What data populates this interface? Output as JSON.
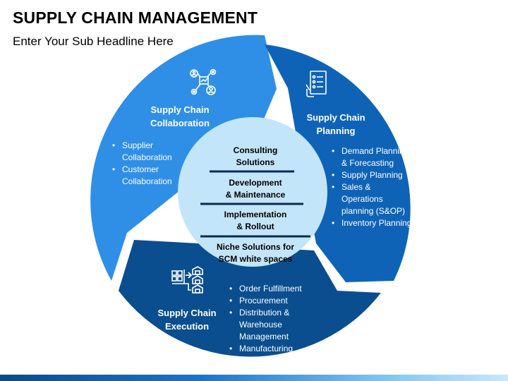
{
  "header": {
    "title": "SUPPLY CHAIN MANAGEMENT",
    "subtitle": "Enter Your Sub Headline Here"
  },
  "colors": {
    "collaboration": "#2f8fe6",
    "planning": "#0e63b7",
    "execution": "#0b4e8f",
    "center": "#c3e5fa",
    "divider": "#0b2a4e"
  },
  "segments": {
    "collaboration": {
      "title_line1": "Supply Chain",
      "title_line2": "Collaboration",
      "icon": "team-network-gears-icon",
      "bullets": [
        "Supplier Collaboration",
        "Customer Collaboration"
      ]
    },
    "planning": {
      "title_line1": "Supply Chain",
      "title_line2": "Planning",
      "icon": "checklist-clipboard-icon",
      "bullets": [
        "Demand Planning & Forecasting",
        "Supply Planning",
        "Sales & Operations planning (S&OP)",
        "Inventory Planning"
      ]
    },
    "execution": {
      "title_line1": "Supply Chain",
      "title_line2": "Execution",
      "icon": "warehouse-boxes-icon",
      "bullets": [
        "Order Fulfillment",
        "Procurement",
        "Distribution & Warehouse Management",
        "Manufacturing"
      ]
    }
  },
  "center": {
    "items": [
      {
        "line1": "Consulting",
        "line2": "Solutions"
      },
      {
        "line1": "Development",
        "line2": "& Maintenance"
      },
      {
        "line1": "Implementation",
        "line2": "& Rollout"
      },
      {
        "line1": "Niche Solutions for",
        "line2": "SCM white spaces"
      }
    ]
  }
}
